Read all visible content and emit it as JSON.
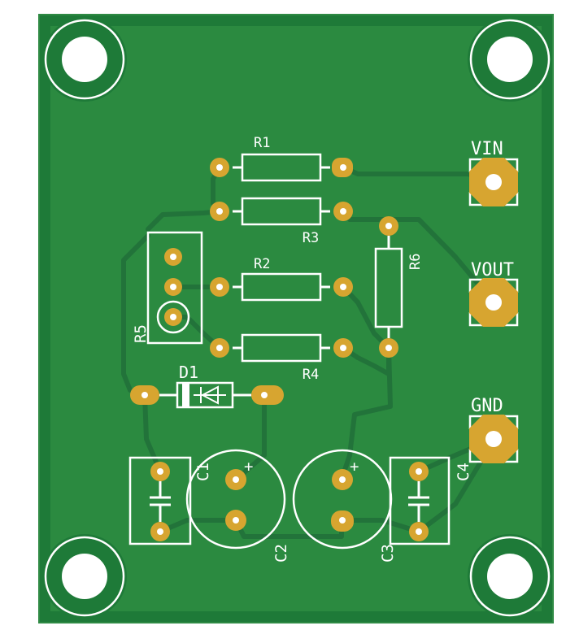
{
  "board": {
    "colors": {
      "substrate": "#1e7a38",
      "copper_fill": "#2b8a40",
      "trace": "#23773a",
      "silkscreen": "#ffffff",
      "pad": "#d7a530",
      "hole": "#ffffff",
      "background": "#ffffff"
    }
  },
  "labels": {
    "r1": "R1",
    "r2": "R2",
    "r3": "R3",
    "r4": "R4",
    "r5": "R5",
    "r6": "R6",
    "d1": "D1",
    "c1": "C1",
    "c2": "C2",
    "c3": "C3",
    "c4": "C4",
    "vin": "VIN",
    "vout": "VOUT",
    "gnd": "GND",
    "plus_c2": "+",
    "plus_c3": "+"
  },
  "icons": [
    "mounting-hole-icon",
    "diode-symbol-icon",
    "capacitor-symbol-icon",
    "trimpot-symbol-icon"
  ]
}
